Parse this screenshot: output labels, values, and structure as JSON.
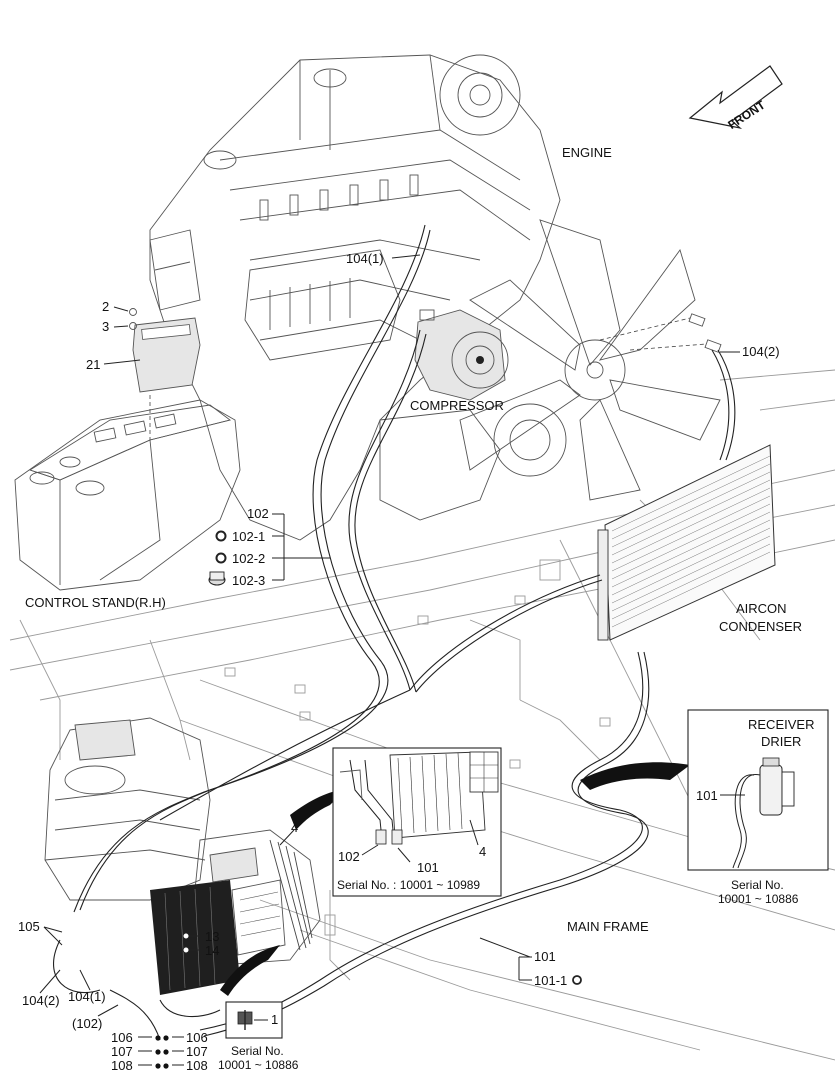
{
  "labels": {
    "engine": "ENGINE",
    "front": "FRONT",
    "compressor": "COMPRESSOR",
    "control_stand": "CONTROL STAND(R.H)",
    "aircon_condenser_1": "AIRCON",
    "aircon_condenser_2": "CONDENSER",
    "receiver_drier_1": "RECEIVER",
    "receiver_drier_2": "DRIER",
    "main_frame": "MAIN FRAME"
  },
  "parts": {
    "p104_1_top": "104(1)",
    "p104_2_top": "104(2)",
    "p2": "2",
    "p3": "3",
    "p21": "21",
    "p102": "102",
    "p102_1": "102-1",
    "p102_2": "102-2",
    "p102_3": "102-3",
    "p4_main": "4",
    "p105": "105",
    "p104_2_bottom": "104(2)",
    "p104_1_bottom": "104(1)",
    "p102_paren": "(102)",
    "p13": "13",
    "p14": "14",
    "p106_left": "106",
    "p107_left": "107",
    "p108_left": "108",
    "p106_right": "106",
    "p107_right": "107",
    "p108_right": "108",
    "p1": "1",
    "p101_main": "101",
    "p101_1": "101-1"
  },
  "insets": {
    "evaporator": {
      "part_102": "102",
      "part_101": "101",
      "part_4": "4",
      "serial": "Serial No. : 10001 ~ 10989"
    },
    "receiver": {
      "part_101": "101",
      "serial_line1": "Serial No.",
      "serial_line2": "10001 ~ 10886"
    },
    "bolt": {
      "part_1": "1",
      "serial_line1": "Serial No.",
      "serial_line2": "10001 ~ 10886"
    }
  }
}
